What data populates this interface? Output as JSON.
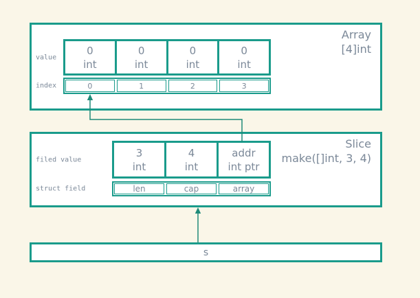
{
  "colors": {
    "background": "#FAF6E8",
    "box_fill": "#FFFFFF",
    "border_teal": "#1A9B8B",
    "arrow_teal": "#1F8A79",
    "text_gray": "#7B8898"
  },
  "array_box": {
    "title_line1": "Array",
    "title_line2": "[4]int",
    "label_value_row": "value",
    "label_index_row": "index",
    "value_cells": [
      {
        "value": "0",
        "type": "int"
      },
      {
        "value": "0",
        "type": "int"
      },
      {
        "value": "0",
        "type": "int"
      },
      {
        "value": "0",
        "type": "int"
      }
    ],
    "index_cells": [
      "0",
      "1",
      "2",
      "3"
    ]
  },
  "slice_box": {
    "title_line1": "Slice",
    "title_line2": "make([]int, 3, 4)",
    "label_field_row": "filed value",
    "label_struct_row": "struct field",
    "field_cells": [
      {
        "value": "3",
        "type": "int"
      },
      {
        "value": "4",
        "type": "int"
      },
      {
        "value": "addr",
        "type": "int ptr"
      }
    ],
    "struct_cells": [
      "len",
      "cap",
      "array"
    ]
  },
  "s_box": {
    "label": "s"
  },
  "arrows": [
    {
      "name": "addr-to-array-index0",
      "description": "polyline from addr cell up, left, into index cell 0"
    },
    {
      "name": "s-to-slice-box",
      "description": "vertical arrow from s box to slice box bottom"
    }
  ]
}
